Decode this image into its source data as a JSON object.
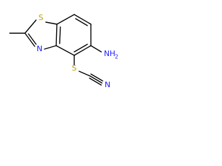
{
  "molecule": {
    "atoms": {
      "ring_sulfur": {
        "label": "S",
        "color": "#b8a100"
      },
      "ring_nitrogen": {
        "label": "N",
        "color": "#1a1aff"
      },
      "amine_nitrogen": {
        "label": "NH",
        "subscript": "2",
        "color": "#1a1aff"
      },
      "thio_sulfur": {
        "label": "S",
        "color": "#b8a100"
      },
      "nitrile_nitrogen": {
        "label": "N",
        "color": "#1a1aff"
      }
    }
  }
}
